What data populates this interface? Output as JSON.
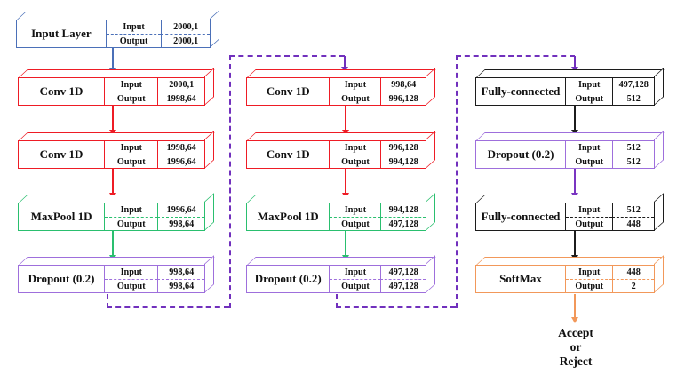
{
  "colors": {
    "blue": "#4B70B8",
    "red": "#EE1C25",
    "green": "#2ABF6F",
    "purple": "#9E6FDC",
    "purple_arrow": "#7A35C1",
    "connector": "#7130BD",
    "black": "#1C1C1C",
    "orange": "#F2985A"
  },
  "io_labels": {
    "input": "Input",
    "output": "Output"
  },
  "columns": [
    {
      "blocks": [
        {
          "label": "Input Layer",
          "input": "2000,1",
          "output": "2000,1",
          "color": "blue"
        },
        {
          "label": "Conv 1D",
          "input": "2000,1",
          "output": "1998,64",
          "color": "red"
        },
        {
          "label": "Conv 1D",
          "input": "1998,64",
          "output": "1996,64",
          "color": "red"
        },
        {
          "label": "MaxPool 1D",
          "input": "1996,64",
          "output": "998,64",
          "color": "green"
        },
        {
          "label": "Dropout (0.2)",
          "input": "998,64",
          "output": "998,64",
          "color": "purple"
        }
      ]
    },
    {
      "blocks": [
        {
          "label": "Conv 1D",
          "input": "998,64",
          "output": "996,128",
          "color": "red"
        },
        {
          "label": "Conv 1D",
          "input": "996,128",
          "output": "994,128",
          "color": "red"
        },
        {
          "label": "MaxPool 1D",
          "input": "994,128",
          "output": "497,128",
          "color": "green"
        },
        {
          "label": "Dropout (0.2)",
          "input": "497,128",
          "output": "497,128",
          "color": "purple"
        }
      ]
    },
    {
      "blocks": [
        {
          "label": "Fully-connected",
          "input": "497,128",
          "output": "512",
          "color": "black"
        },
        {
          "label": "Dropout (0.2)",
          "input": "512",
          "output": "512",
          "color": "purple"
        },
        {
          "label": "Fully-connected",
          "input": "512",
          "output": "448",
          "color": "black"
        },
        {
          "label": "SoftMax",
          "input": "448",
          "output": "2",
          "color": "orange"
        }
      ]
    }
  ],
  "final_output": {
    "lines": [
      "Accept",
      "or",
      "Reject"
    ]
  }
}
